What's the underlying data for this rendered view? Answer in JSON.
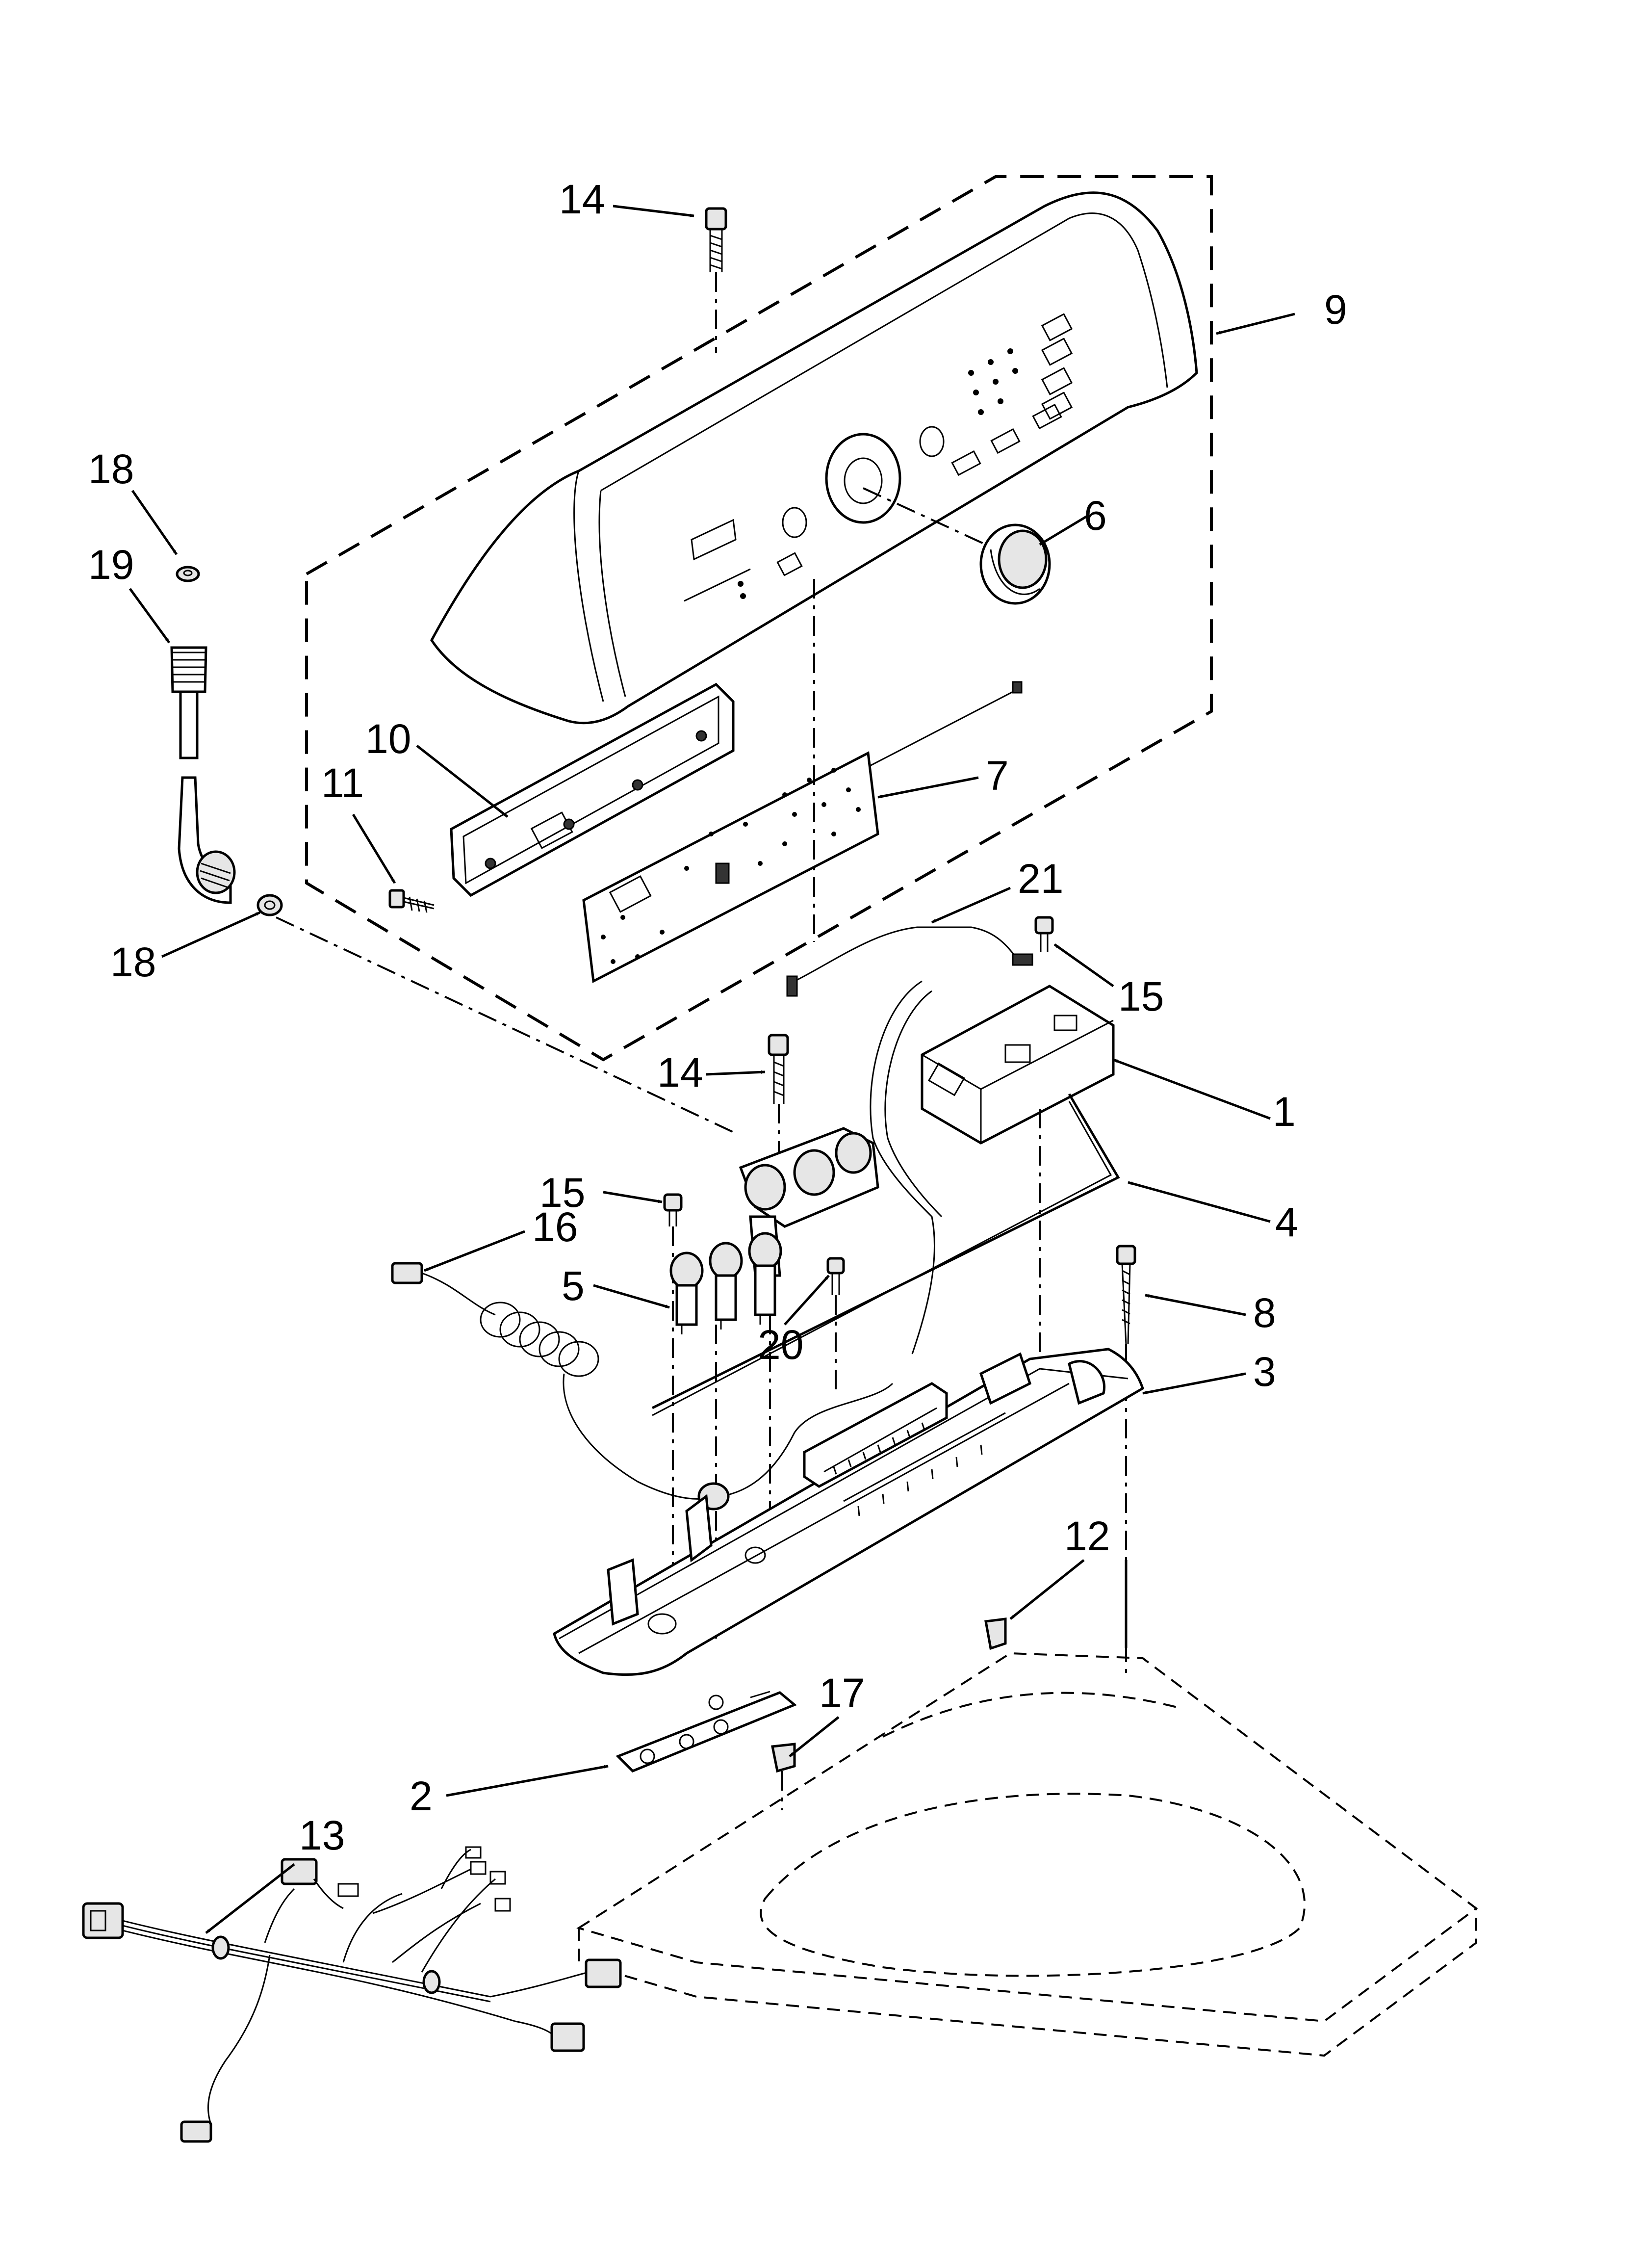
{
  "diagram": {
    "callouts": [
      {
        "id": "c14a",
        "text": "14"
      },
      {
        "id": "c9",
        "text": "9"
      },
      {
        "id": "c18a",
        "text": "18"
      },
      {
        "id": "c19",
        "text": "19"
      },
      {
        "id": "c6",
        "text": "6"
      },
      {
        "id": "c10",
        "text": "10"
      },
      {
        "id": "c11",
        "text": "11"
      },
      {
        "id": "c7",
        "text": "7"
      },
      {
        "id": "c21",
        "text": "21"
      },
      {
        "id": "c18b",
        "text": "18"
      },
      {
        "id": "c15a",
        "text": "15"
      },
      {
        "id": "c14b",
        "text": "14"
      },
      {
        "id": "c1",
        "text": "1"
      },
      {
        "id": "c15b",
        "text": "15"
      },
      {
        "id": "c4",
        "text": "4"
      },
      {
        "id": "c16",
        "text": "16"
      },
      {
        "id": "c5",
        "text": "5"
      },
      {
        "id": "c8",
        "text": "8"
      },
      {
        "id": "c20",
        "text": "20"
      },
      {
        "id": "c3",
        "text": "3"
      },
      {
        "id": "c12",
        "text": "12"
      },
      {
        "id": "c17",
        "text": "17"
      },
      {
        "id": "c2",
        "text": "2"
      },
      {
        "id": "c13",
        "text": "13"
      }
    ]
  }
}
